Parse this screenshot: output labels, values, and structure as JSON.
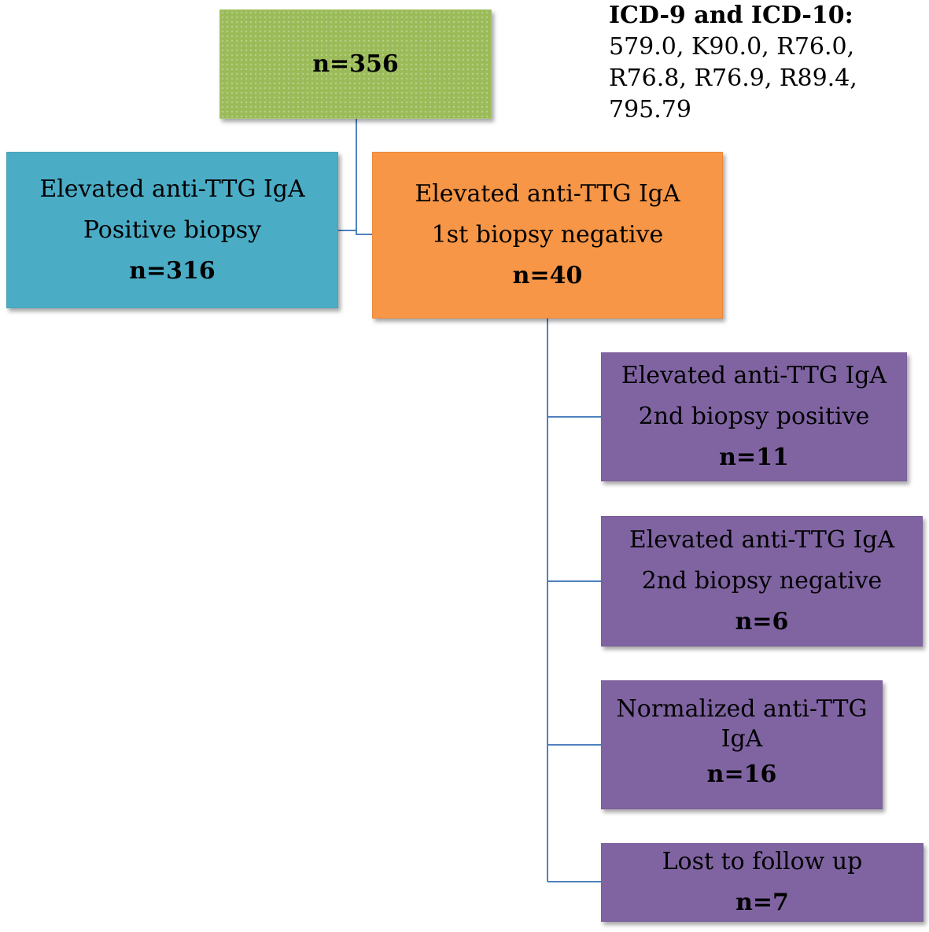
{
  "codes": {
    "title": "ICD-9 and ICD-10:",
    "lines": [
      "579.0, K90.0, R76.0,",
      "R76.8, R76.9, R89.4,",
      "795.79"
    ]
  },
  "nodes": {
    "total": {
      "count": "n=356"
    },
    "positive_biopsy": {
      "line1": "Elevated anti-TTG IgA",
      "line2": "Positive biopsy",
      "count": "n=316"
    },
    "first_biopsy_negative": {
      "line1": "Elevated anti-TTG IgA",
      "line2": "1st biopsy negative",
      "count": "n=40"
    },
    "second_biopsy_positive": {
      "line1": "Elevated anti-TTG IgA",
      "line2": "2nd biopsy positive",
      "count": "n=11"
    },
    "second_biopsy_negative": {
      "line1": "Elevated anti-TTG IgA",
      "line2": "2nd biopsy negative",
      "count": "n=6"
    },
    "normalized": {
      "line1": "Normalized anti-TTG",
      "line2": "IgA",
      "count": "n=16"
    },
    "lost_to_follow_up": {
      "line1": "Lost to follow up",
      "count": "n=7"
    }
  },
  "colors": {
    "green": "#9bbb59",
    "blue": "#4bacc6",
    "orange": "#f79646",
    "purple": "#8064a2",
    "connector": "#4f81bd"
  }
}
